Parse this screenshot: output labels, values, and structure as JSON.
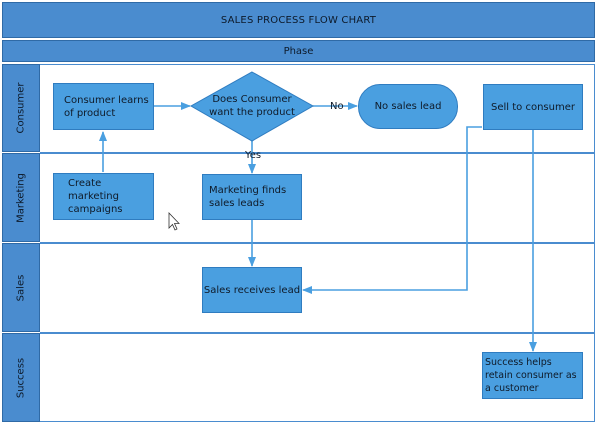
{
  "chart": {
    "title": "SALES PROCESS FLOW CHART",
    "phase_label": "Phase"
  },
  "lanes": [
    {
      "label": "Consumer"
    },
    {
      "label": "Marketing"
    },
    {
      "label": "Sales"
    },
    {
      "label": "Success"
    }
  ],
  "nodes": {
    "learns": "Consumer learns of product",
    "decision": "Does Consumer want the product",
    "no_lead": "No sales lead",
    "sell": "Sell to consumer",
    "campaigns": "Create marketing campaigns",
    "finds_leads": "Marketing finds sales leads",
    "receives_lead": "Sales receives lead",
    "retain": "Success helps retain consumer as a customer"
  },
  "edge_labels": {
    "no": "No",
    "yes": "Yes"
  },
  "colors": {
    "header_fill": "#4a8ccf",
    "node_fill": "#4a9fe0",
    "connector": "#4a9fe0"
  }
}
